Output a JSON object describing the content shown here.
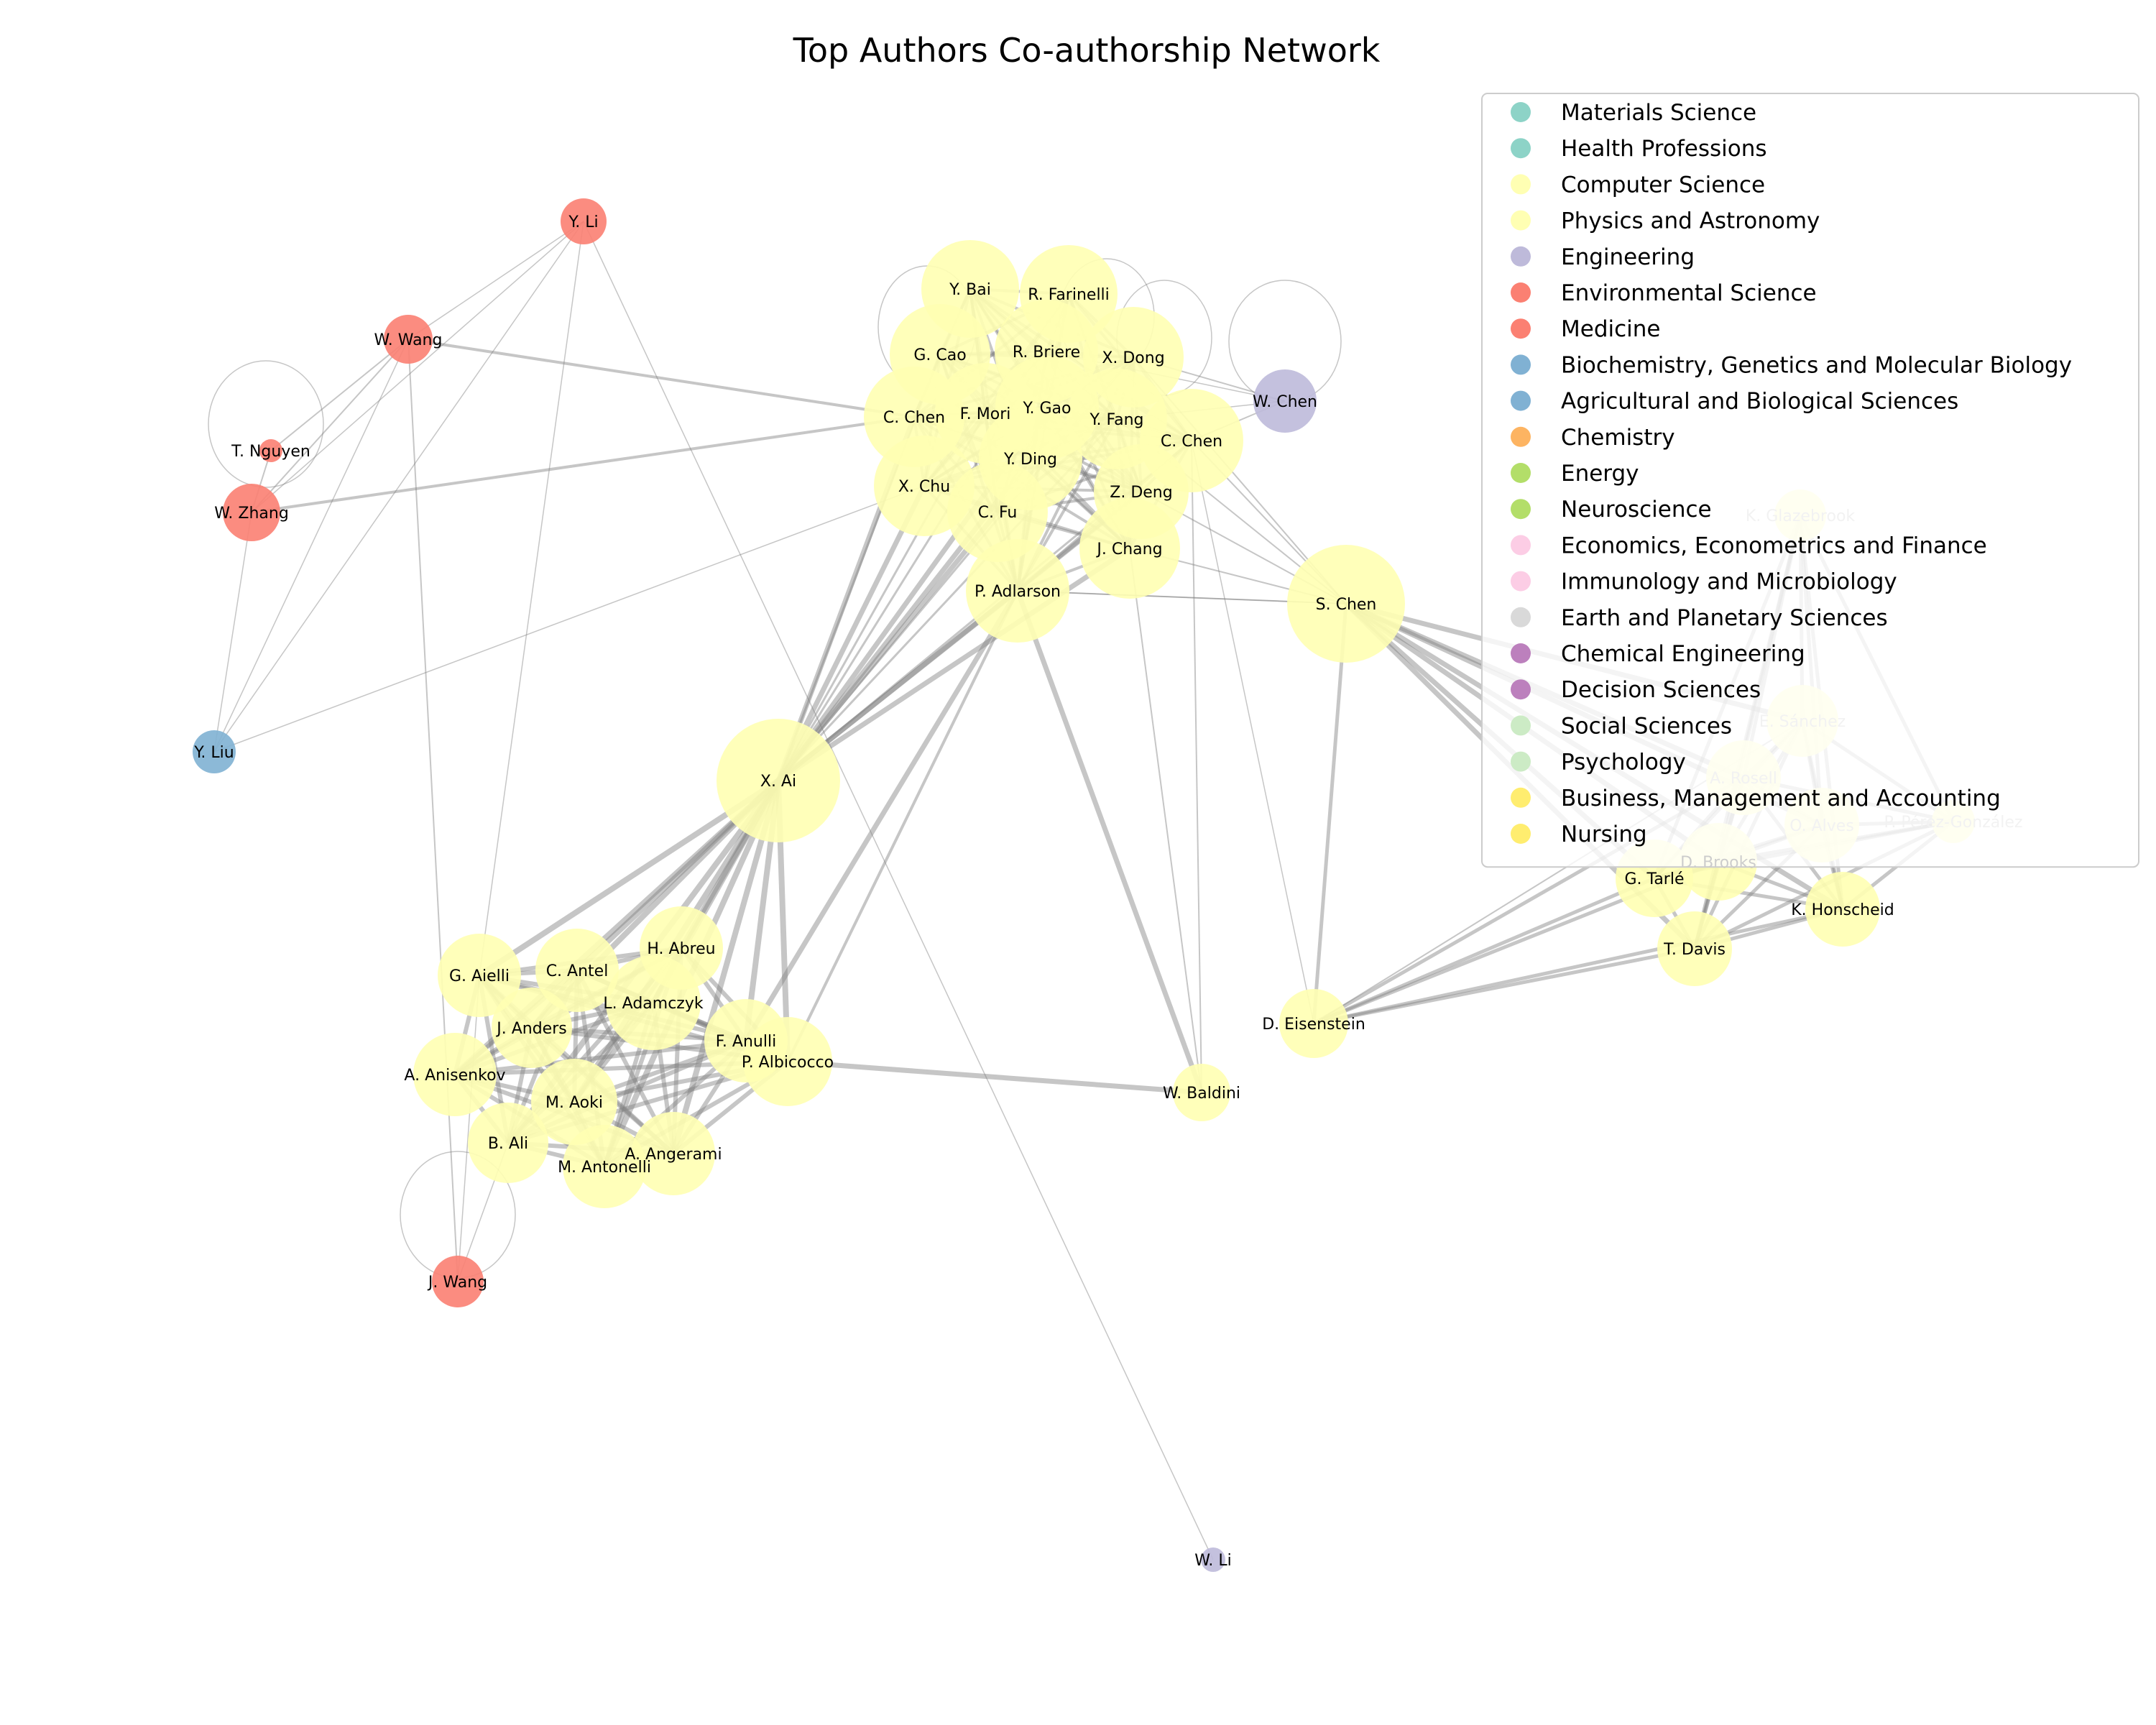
{
  "title": "Top Authors Co-authorship Network",
  "legend": [
    {
      "label": "Materials Science",
      "color": "#8dd3c7"
    },
    {
      "label": "Health Professions",
      "color": "#8dd3c7"
    },
    {
      "label": "Computer Science",
      "color": "#ffffb3"
    },
    {
      "label": "Physics and Astronomy",
      "color": "#ffffb3"
    },
    {
      "label": "Engineering",
      "color": "#bebada"
    },
    {
      "label": "Environmental Science",
      "color": "#fb8072"
    },
    {
      "label": "Medicine",
      "color": "#fb8072"
    },
    {
      "label": "Biochemistry, Genetics and Molecular Biology",
      "color": "#80b1d3"
    },
    {
      "label": "Agricultural and Biological Sciences",
      "color": "#80b1d3"
    },
    {
      "label": "Chemistry",
      "color": "#fdb462"
    },
    {
      "label": "Energy",
      "color": "#b3de69"
    },
    {
      "label": "Neuroscience",
      "color": "#b3de69"
    },
    {
      "label": "Economics, Econometrics and Finance",
      "color": "#fccde5"
    },
    {
      "label": "Immunology and Microbiology",
      "color": "#fccde5"
    },
    {
      "label": "Earth and Planetary Sciences",
      "color": "#d9d9d9"
    },
    {
      "label": "Chemical Engineering",
      "color": "#bc80bd"
    },
    {
      "label": "Decision Sciences",
      "color": "#bc80bd"
    },
    {
      "label": "Social Sciences",
      "color": "#ccebc5"
    },
    {
      "label": "Psychology",
      "color": "#ccebc5"
    },
    {
      "label": "Business, Management and Accounting",
      "color": "#ffed6f"
    },
    {
      "label": "Nursing",
      "color": "#ffed6f"
    }
  ],
  "nodes": [
    {
      "id": "Y. Li",
      "color": "#fb8072"
    },
    {
      "id": "W. Wang",
      "color": "#fb8072"
    },
    {
      "id": "T. Nguyen",
      "color": "#fb8072"
    },
    {
      "id": "W. Zhang",
      "color": "#fb8072"
    },
    {
      "id": "Y. Liu",
      "color": "#80b1d3"
    },
    {
      "id": "J. Wang",
      "color": "#fb8072"
    },
    {
      "id": "W. Chen",
      "color": "#bebada"
    },
    {
      "id": "W. Li",
      "color": "#bebada"
    },
    {
      "id": "Y. Bai",
      "color": "#ffffb3"
    },
    {
      "id": "R. Farinelli",
      "color": "#ffffb3"
    },
    {
      "id": "G. Cao",
      "color": "#ffffb3"
    },
    {
      "id": "R. Briere",
      "color": "#ffffb3"
    },
    {
      "id": "X. Dong",
      "color": "#ffffb3"
    },
    {
      "id": "F. Mori",
      "color": "#ffffb3"
    },
    {
      "id": "Y. Gao",
      "color": "#ffffb3"
    },
    {
      "id": "C. Chen",
      "color": "#ffffb3"
    },
    {
      "id": "Y. Fang",
      "color": "#ffffb3"
    },
    {
      "id": "C. Chen ",
      "color": "#ffffb3"
    },
    {
      "id": "Y. Ding",
      "color": "#ffffb3"
    },
    {
      "id": "X. Chu",
      "color": "#ffffb3"
    },
    {
      "id": "Z. Deng",
      "color": "#ffffb3"
    },
    {
      "id": "C. Fu",
      "color": "#ffffb3"
    },
    {
      "id": "J. Chang",
      "color": "#ffffb3"
    },
    {
      "id": "P. Adlarson",
      "color": "#ffffb3"
    },
    {
      "id": "S. Chen",
      "color": "#ffffb3"
    },
    {
      "id": "X. Ai",
      "color": "#ffffb3"
    },
    {
      "id": "G. Aielli",
      "color": "#ffffb3"
    },
    {
      "id": "C. Antel",
      "color": "#ffffb3"
    },
    {
      "id": "H. Abreu",
      "color": "#ffffb3"
    },
    {
      "id": "L. Adamczyk",
      "color": "#ffffb3"
    },
    {
      "id": "J. Anders",
      "color": "#ffffb3"
    },
    {
      "id": "F. Anulli",
      "color": "#ffffb3"
    },
    {
      "id": "P. Albicocco",
      "color": "#ffffb3"
    },
    {
      "id": "A. Anisenkov",
      "color": "#ffffb3"
    },
    {
      "id": "M. Aoki",
      "color": "#ffffb3"
    },
    {
      "id": "B. Ali",
      "color": "#ffffb3"
    },
    {
      "id": "A. Angerami",
      "color": "#ffffb3"
    },
    {
      "id": "M. Antonelli",
      "color": "#ffffb3"
    },
    {
      "id": "W. Baldini",
      "color": "#ffffb3"
    },
    {
      "id": "D. Eisenstein",
      "color": "#ffffb3"
    },
    {
      "id": "K. Glazebrook",
      "color": "#ffffb3"
    },
    {
      "id": "E. Sánchez",
      "color": "#ffffb3"
    },
    {
      "id": "A. Rosell",
      "color": "#ffffb3"
    },
    {
      "id": "O. Alves",
      "color": "#ffffb3"
    },
    {
      "id": "P. Pérez-González",
      "color": "#ffffb3"
    },
    {
      "id": "D. Brooks",
      "color": "#ffffb3"
    },
    {
      "id": "G. Tarlé",
      "color": "#ffffb3"
    },
    {
      "id": "K. Honscheid",
      "color": "#ffffb3"
    },
    {
      "id": "T. Davis",
      "color": "#ffffb3"
    }
  ]
}
